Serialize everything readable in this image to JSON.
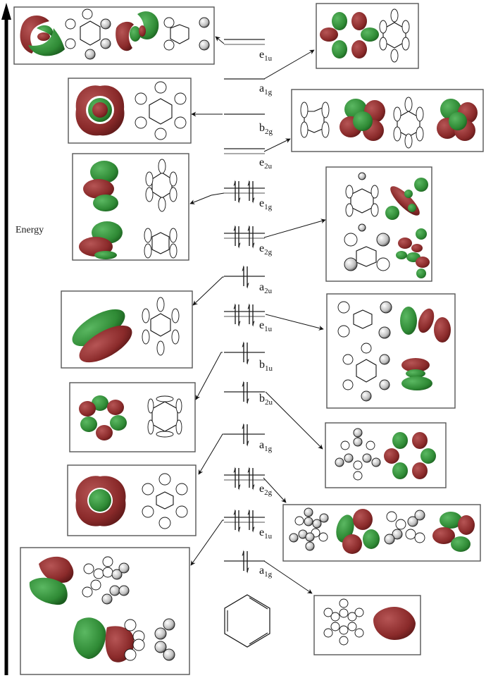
{
  "axis": {
    "label": "Energy",
    "direction": "up"
  },
  "colors": {
    "positive_phase": "#8a2a2a",
    "negative_phase": "#2f8a35",
    "box_border": "#555555",
    "line": "#111111"
  },
  "levels": [
    {
      "id": "e1u-top",
      "symbol": "e",
      "sub": "1u",
      "degenerate": 2,
      "electrons": 0,
      "box_side": "left",
      "box_id": "box-e1u-top",
      "box_side2": "right",
      "box_id2": "box-e1u-top-right"
    },
    {
      "id": "a1g-top",
      "symbol": "a",
      "sub": "1g",
      "degenerate": 1,
      "electrons": 0,
      "box_side": "right",
      "box_id": "box-e1u-top-right"
    },
    {
      "id": "b2g",
      "symbol": "b",
      "sub": "2g",
      "degenerate": 1,
      "electrons": 0,
      "box_side": "left",
      "box_id": "box-b2g"
    },
    {
      "id": "e2u",
      "symbol": "e",
      "sub": "2u",
      "degenerate": 2,
      "electrons": 0,
      "box_side": "right",
      "box_id": "box-e2u"
    },
    {
      "id": "e1g",
      "symbol": "e",
      "sub": "1g",
      "degenerate": 2,
      "electrons": 4,
      "box_side": "left",
      "box_id": "box-e1g"
    },
    {
      "id": "e2g-upper",
      "symbol": "e",
      "sub": "2g",
      "degenerate": 2,
      "electrons": 4,
      "box_side": "right",
      "box_id": "box-e2g-upper"
    },
    {
      "id": "a2u",
      "symbol": "a",
      "sub": "2u",
      "degenerate": 1,
      "electrons": 2,
      "box_side": "left",
      "box_id": "box-a2u"
    },
    {
      "id": "e1u-mid",
      "symbol": "e",
      "sub": "1u",
      "degenerate": 2,
      "electrons": 4,
      "box_side": "right",
      "box_id": "box-e1u-mid"
    },
    {
      "id": "b1u",
      "symbol": "b",
      "sub": "1u",
      "degenerate": 1,
      "electrons": 2,
      "box_side": "left",
      "box_id": "box-b1u"
    },
    {
      "id": "b2u",
      "symbol": "b",
      "sub": "2u",
      "degenerate": 1,
      "electrons": 2,
      "box_side": "right",
      "box_id": "box-b2u"
    },
    {
      "id": "a1g-mid",
      "symbol": "a",
      "sub": "1g",
      "degenerate": 1,
      "electrons": 2,
      "box_side": "left",
      "box_id": "box-a1g-mid"
    },
    {
      "id": "e2g-lower",
      "symbol": "e",
      "sub": "2g",
      "degenerate": 2,
      "electrons": 4,
      "box_side": "right",
      "box_id": "box-e2g-lower"
    },
    {
      "id": "e1u-low",
      "symbol": "e",
      "sub": "1u",
      "degenerate": 2,
      "electrons": 4,
      "box_side": "left",
      "box_id": "box-e1u-low"
    },
    {
      "id": "a1g-low",
      "symbol": "a",
      "sub": "1g",
      "degenerate": 1,
      "electrons": 2,
      "box_side": "right",
      "box_id": "box-a1g-low"
    }
  ],
  "molecule": {
    "name": "benzene",
    "structure_icon": "benzene-kekule-icon"
  }
}
